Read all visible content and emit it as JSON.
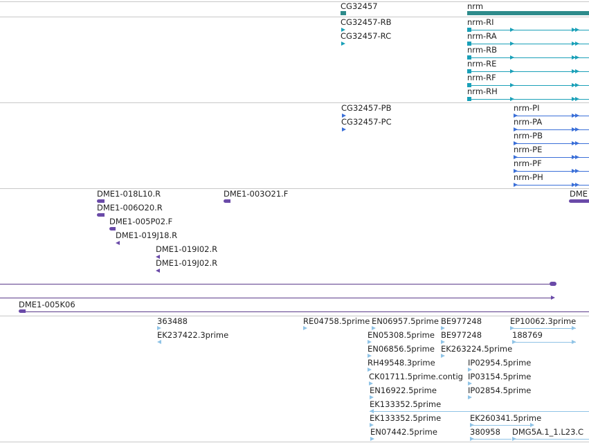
{
  "track_gene": {
    "cg": "CG32457",
    "nrm": "nrm"
  },
  "track_transcripts": {
    "cg_rb": "CG32457-RB",
    "cg_rc": "CG32457-RC",
    "nrm": [
      "nrm-RI",
      "nrm-RA",
      "nrm-RB",
      "nrm-RE",
      "nrm-RF",
      "nrm-RH"
    ]
  },
  "track_proteins": {
    "cg_pb": "CG32457-PB",
    "cg_pc": "CG32457-PC",
    "nrm": [
      "nrm-PI",
      "nrm-PA",
      "nrm-PB",
      "nrm-PE",
      "nrm-PF",
      "nrm-PH"
    ]
  },
  "track_clones": {
    "items": [
      "DME1-018L10.R",
      "DME1-006O20.R",
      "DME1-005P02.F",
      "DME1-019J18.R",
      "DME1-019I02.R",
      "DME1-019J02.R",
      "DME1-003O21.F",
      "DME",
      "DME1-005K06"
    ]
  },
  "track_ests": {
    "items": [
      "363488",
      "EK237422.3prime",
      "RE04758.5prime",
      "EN06957.5prime",
      "BE977248",
      "EP10062.3prime",
      "EN05308.5prime",
      "BE977248",
      "188769",
      "EN06856.5prime",
      "EK263224.5prime",
      "RH49548.3prime",
      "IP02954.5prime",
      "CK01711.5prime.contig",
      "IP03154.5prime",
      "EN16922.5prime",
      "IP02854.5prime",
      "EK133352.5prime",
      "EK133352.5prime",
      "EK260341.5prime",
      "EN07442.5prime",
      "380958",
      "DMG5A.1_1.L23.C"
    ]
  },
  "colors": {
    "gene": "#2e8b8b",
    "transcript": "#1aa0b8",
    "protein": "#3a6fd8",
    "clone": "#6a4aa8",
    "est": "#8fc3e6"
  }
}
